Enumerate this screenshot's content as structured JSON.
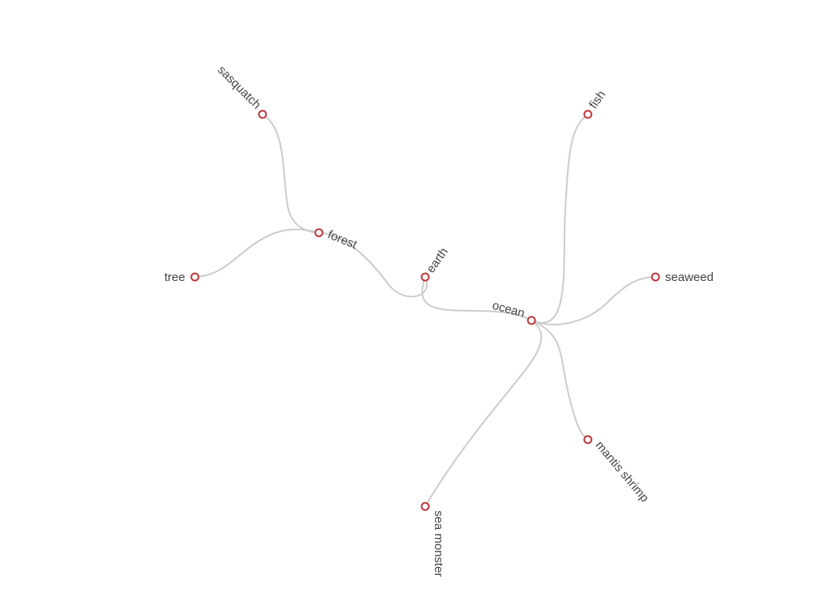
{
  "tree": {
    "root": "earth",
    "nodes": [
      {
        "id": "earth",
        "label": "earth"
      },
      {
        "id": "forest",
        "label": "forest"
      },
      {
        "id": "ocean",
        "label": "ocean"
      },
      {
        "id": "sasquatch",
        "label": "sasquatch"
      },
      {
        "id": "tree",
        "label": "tree"
      },
      {
        "id": "fish",
        "label": "fish"
      },
      {
        "id": "seaweed",
        "label": "seaweed"
      },
      {
        "id": "mantis-shrimp",
        "label": "mantis shrimp"
      },
      {
        "id": "sea-monster",
        "label": "sea monster"
      }
    ],
    "links": [
      {
        "source": "earth",
        "target": "forest"
      },
      {
        "source": "earth",
        "target": "ocean"
      },
      {
        "source": "forest",
        "target": "sasquatch"
      },
      {
        "source": "forest",
        "target": "tree"
      },
      {
        "source": "ocean",
        "target": "fish"
      },
      {
        "source": "ocean",
        "target": "seaweed"
      },
      {
        "source": "ocean",
        "target": "mantis-shrimp"
      },
      {
        "source": "ocean",
        "target": "sea-monster"
      }
    ],
    "colors": {
      "link": "#cccccc",
      "node_stroke": "#c0353a",
      "node_fill": "#ffffff",
      "label": "#444444"
    }
  }
}
